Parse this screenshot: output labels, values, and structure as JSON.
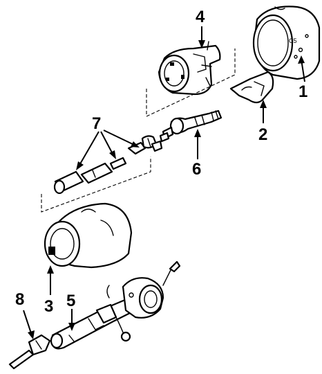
{
  "callouts": {
    "c1": "1",
    "c2": "2",
    "c3": "3",
    "c4": "4",
    "c5": "5",
    "c6": "6",
    "c7": "7",
    "c8": "8"
  },
  "stamp_text": "C5",
  "colors": {
    "ink": "#000000",
    "paper": "#ffffff"
  }
}
